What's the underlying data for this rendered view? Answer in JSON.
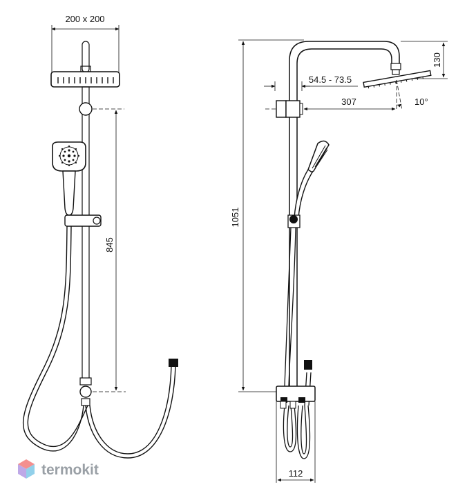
{
  "dimensions": {
    "head_size": "200 x 200",
    "bar_height": "845",
    "total_height": "1051",
    "head_drop": "130",
    "arm_range": "54.5 - 73.5",
    "arm_length": "307",
    "tilt_angle": "10°",
    "mixer_width": "112"
  },
  "watermark": {
    "brand": "termokit",
    "colors": [
      "#f06a6a",
      "#6ec1e4",
      "#a98be0"
    ]
  }
}
